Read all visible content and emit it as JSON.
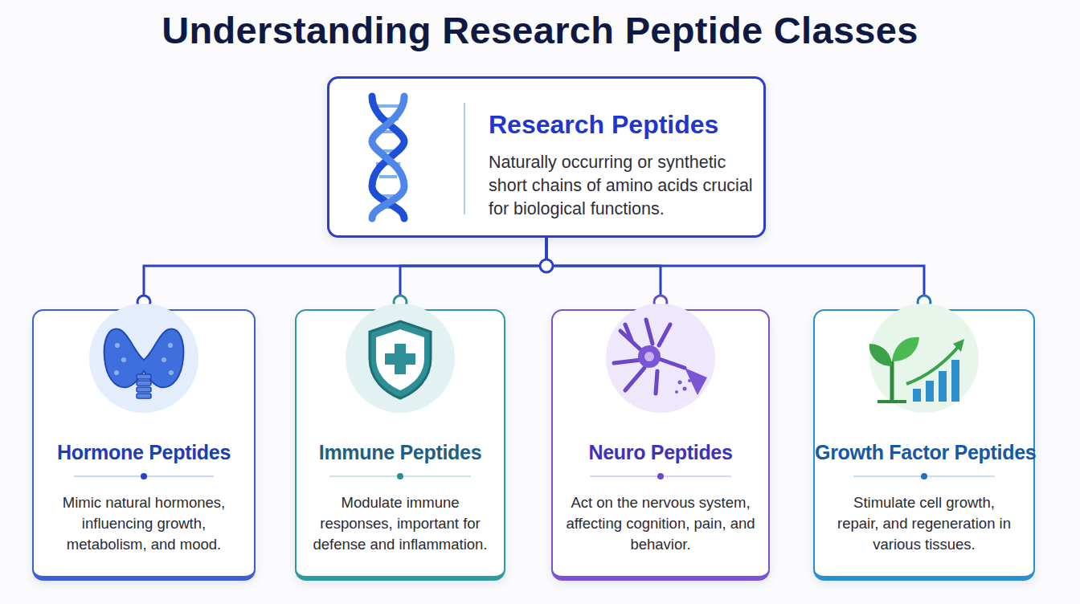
{
  "diagram": {
    "title": "Understanding Research Peptide Classes",
    "nodes": [
      {
        "text": [
          "Research Peptides",
          "Naturally occurring or synthetic short chains of amino acids crucial for biological functions."
        ]
      },
      {
        "text": [
          "Hormone Peptides",
          "Mimic natural hormones, influencing growth, metabolism, and mood."
        ]
      },
      {
        "text": [
          "Immune Peptides",
          "Modulate immune responses, important for defense and inflammation."
        ]
      },
      {
        "text": [
          "Neuro Peptides",
          "Act on the nervous system, affecting cognition, pain, and behavior."
        ]
      },
      {
        "text": [
          "Growth Factor Peptides",
          "Stimulate cell growth, repair, and regeneration in various tissues."
        ]
      }
    ],
    "edges": [
      {
        "from": 0,
        "to": 1,
        "arrow": "none"
      },
      {
        "from": 0,
        "to": 2,
        "arrow": "none"
      },
      {
        "from": 0,
        "to": 3,
        "arrow": "none"
      },
      {
        "from": 0,
        "to": 4,
        "arrow": "none"
      }
    ]
  }
}
